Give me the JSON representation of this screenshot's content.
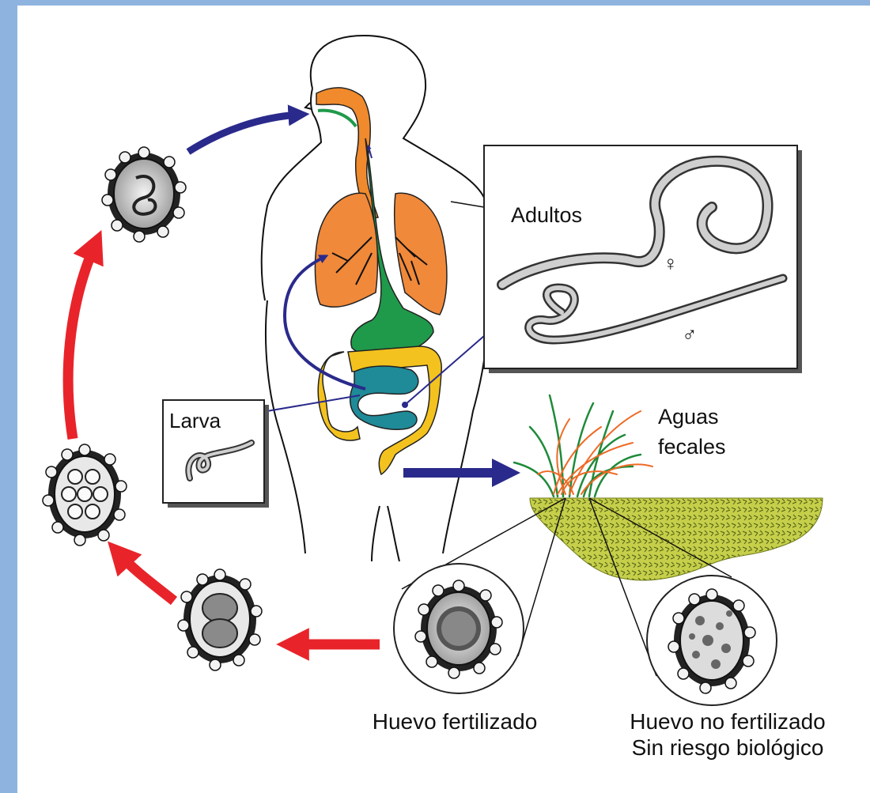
{
  "labels": {
    "adults": "Adultos",
    "female_symbol": "♀",
    "male_symbol": "♂",
    "larva": "Larva",
    "water_line1": "Aguas",
    "water_line2": "fecales",
    "fertilized_egg": "Huevo fertilizado",
    "unfertilized_line1": "Huevo no fertilizado",
    "unfertilized_line2": "Sin riesgo biológico"
  },
  "colors": {
    "frame": "#8fb3df",
    "cycle_arrow_red": "#e8242a",
    "infection_arrow_blue": "#2a2a8c",
    "esophagus_orange": "#f08a2c",
    "lung_orange": "#f0893a",
    "gut_green": "#1f9a4a",
    "large_intestine_yellow": "#f3c21e",
    "small_intestine_teal": "#1f8a98",
    "soil": "#c6cf4a",
    "grass_green": "#1f8a3a",
    "grass_orange": "#ef6a26"
  },
  "icons": [
    "egg-larva-icon",
    "egg-morula-icon",
    "egg-two-cell-icon",
    "egg-fertilized-icon",
    "egg-unfertilized-icon",
    "adult-worms-icon",
    "larva-icon",
    "grass-icon",
    "human-body-icon"
  ]
}
